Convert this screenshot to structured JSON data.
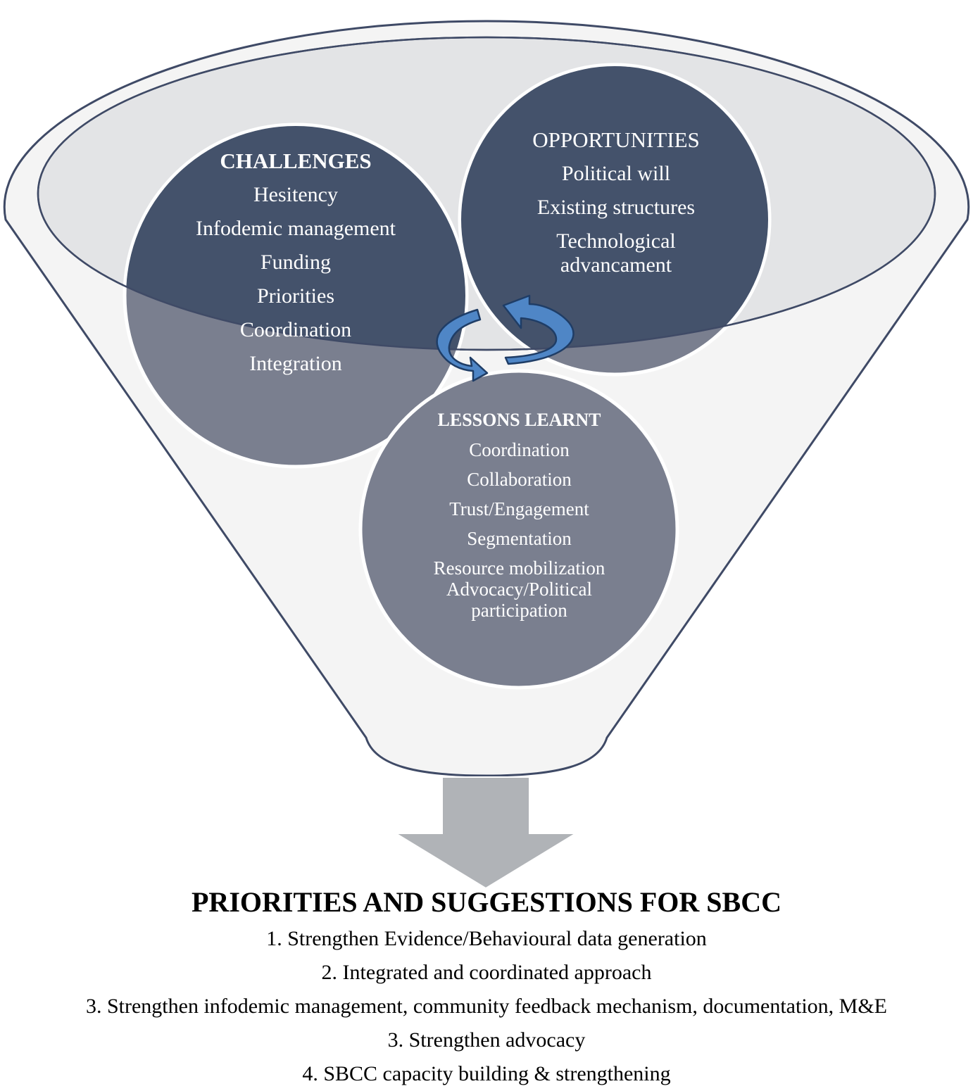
{
  "challenges": {
    "title": "CHALLENGES",
    "items": [
      "Hesitency",
      "Infodemic management",
      "Funding",
      "Priorities",
      "Coordination",
      "Integration"
    ]
  },
  "opportunities": {
    "title": "OPPORTUNITIES",
    "items": [
      "Political will",
      "Existing structures",
      "Technological advancament"
    ]
  },
  "lessons": {
    "title": "LESSONS LEARNT",
    "items": [
      "Coordination",
      "Collaboration",
      "Trust/Engagement",
      "Segmentation",
      "Resource mobilization Advocacy/Political participation"
    ]
  },
  "priorities": {
    "title": "PRIORITIES AND SUGGESTIONS FOR SBCC",
    "items": [
      "1. Strengthen Evidence/Behavioural data generation",
      "2. Integrated and coordinated approach",
      "3. Strengthen infodemic management, community feedback mechanism, documentation, M&E",
      "3. Strengthen advocacy",
      "4. SBCC capacity building & strengthening"
    ]
  },
  "colors": {
    "funnel_fill": "#f4f4f4",
    "funnel_stroke": "#3f4a66",
    "rim_fill": "#e3e4e6",
    "circle_dark": "#44526b",
    "circle_light": "#7a7f8f",
    "cycle_arrow": "#4f86c6",
    "down_arrow": "#b0b3b7"
  }
}
